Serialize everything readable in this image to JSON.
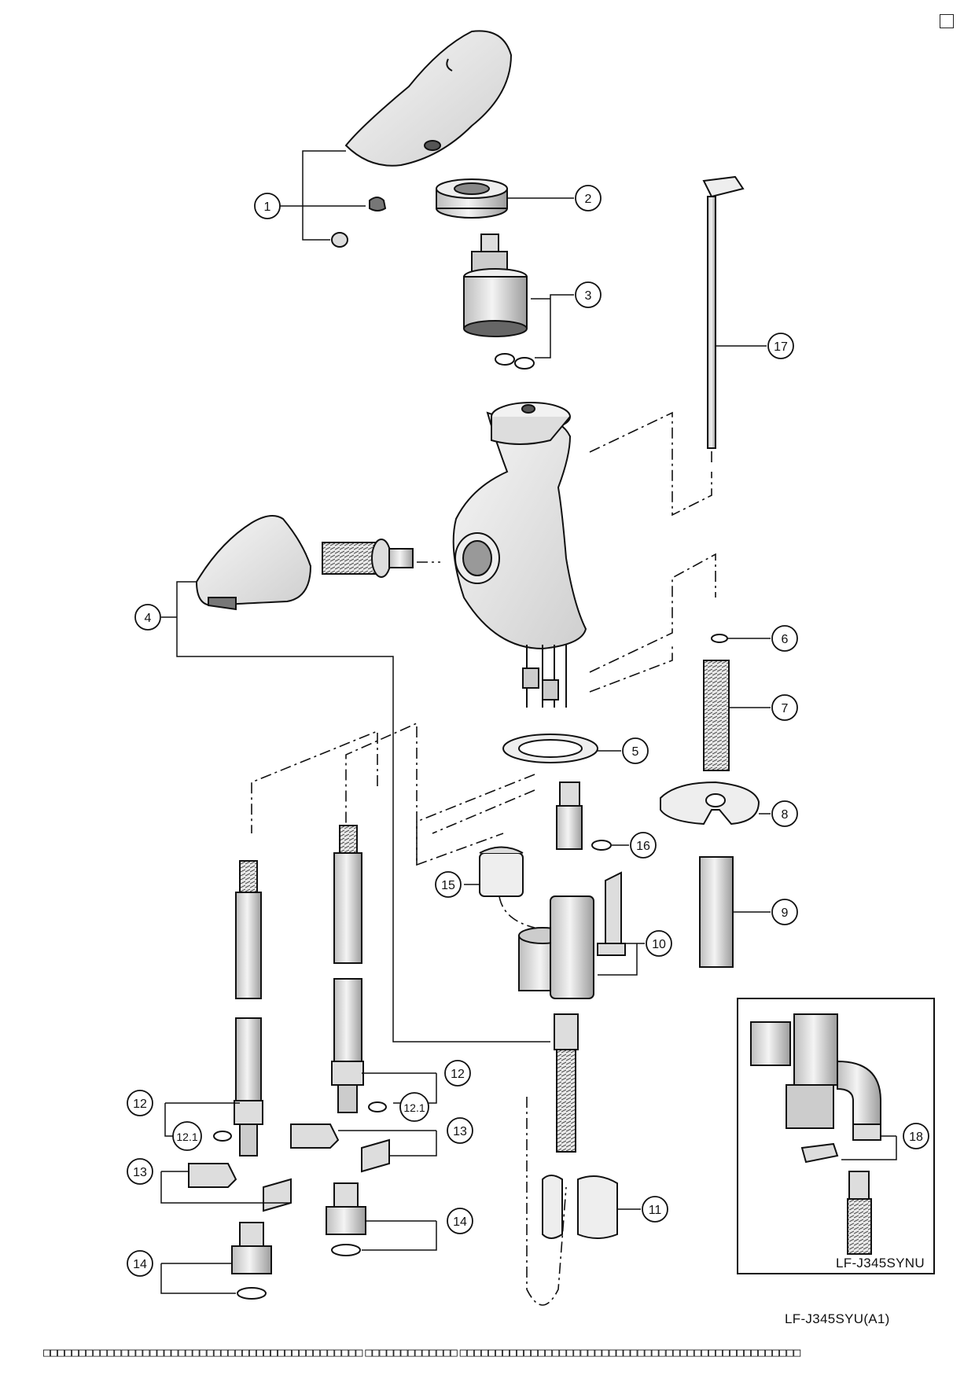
{
  "diagram": {
    "callouts": [
      {
        "id": "c1",
        "label": "1"
      },
      {
        "id": "c2",
        "label": "2"
      },
      {
        "id": "c3",
        "label": "3"
      },
      {
        "id": "c4",
        "label": "4"
      },
      {
        "id": "c5",
        "label": "5"
      },
      {
        "id": "c6",
        "label": "6"
      },
      {
        "id": "c7",
        "label": "7"
      },
      {
        "id": "c8",
        "label": "8"
      },
      {
        "id": "c9",
        "label": "9"
      },
      {
        "id": "c10",
        "label": "10"
      },
      {
        "id": "c11",
        "label": "11"
      },
      {
        "id": "c12a",
        "label": "12"
      },
      {
        "id": "c12b",
        "label": "12"
      },
      {
        "id": "c13a",
        "label": "13"
      },
      {
        "id": "c13b",
        "label": "13"
      },
      {
        "id": "c14a",
        "label": "14"
      },
      {
        "id": "c14b",
        "label": "14"
      },
      {
        "id": "c15",
        "label": "15"
      },
      {
        "id": "c16",
        "label": "16"
      },
      {
        "id": "c17",
        "label": "17"
      },
      {
        "id": "c18",
        "label": "18"
      },
      {
        "id": "c121a",
        "label": "12.1"
      },
      {
        "id": "c121b",
        "label": "12.1"
      }
    ],
    "inset_model": "LF-J345SYNU",
    "main_model": "LF-J345SYU(A1)"
  },
  "footer": {
    "group1": "□□□□□□□□□□□□□□□□□□□□□□□□□□□□□□□□□□□□□□□□□□□□□",
    "group2": "□□□□□□□□□□□□□",
    "group3": "□□□□□□□□□□□□□□□□□□□□□□□□□□□□□□□□□□□□□□□□□□□□□□□□"
  },
  "colors": {
    "ink": "#111111",
    "paper": "#ffffff",
    "shade": "#d9d9d9"
  }
}
